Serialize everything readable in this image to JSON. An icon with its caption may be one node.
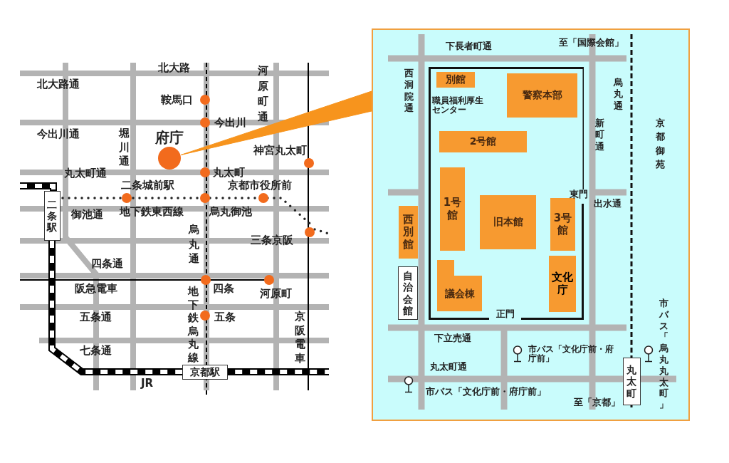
{
  "diagram": {
    "nodes": [
      {
        "text": [
          "府庁"
        ]
      },
      {
        "text": [
          "二条駅"
        ]
      },
      {
        "text": [
          "京都駅"
        ]
      },
      {
        "text": [],
        "shape": "box"
      },
      {
        "text": [],
        "shape": "box",
        "in": 3
      },
      {
        "text": [
          "別館"
        ],
        "in": 4
      },
      {
        "text": [
          "警察本部"
        ],
        "in": 4
      },
      {
        "text": [
          "2号館"
        ],
        "in": 4
      },
      {
        "text": [
          "1号館"
        ],
        "in": 4
      },
      {
        "text": [
          "旧本館"
        ],
        "in": 4
      },
      {
        "text": [
          "3号館"
        ],
        "in": 4
      },
      {
        "text": [
          "文化庁"
        ],
        "in": 4
      },
      {
        "text": [
          "議会棟"
        ],
        "in": 4
      },
      {
        "text": [
          "西別館"
        ],
        "in": 3
      },
      {
        "text": [
          "自治会館"
        ],
        "in": 3
      },
      {
        "text": [
          "丸太町"
        ],
        "in": 3
      }
    ],
    "edges": [
      {
        "from": 0,
        "to": 3,
        "arrow": "none"
      }
    ],
    "labels": [
      "北大路",
      "河原町通",
      "北大路通",
      "鞍馬口",
      "今出川",
      "今出川通",
      "堀川通",
      "神宮丸太町",
      "丸太町通",
      "丸太町",
      "二条城前駅",
      "京都市役所前",
      "御池通",
      "地下鉄東西線",
      "烏丸御池",
      "三条京阪",
      "烏丸通",
      "四条通",
      "阪急電車",
      "四条",
      "河原町",
      "地下鉄烏丸線",
      "五条通",
      "五条",
      "京阪電車",
      "七条通",
      "JR",
      "下長者町通",
      "至「国際会館」",
      "西洞院通",
      "職員福利厚生センター",
      "烏丸通",
      "新町通",
      "京都御苑",
      "東門",
      "出水通",
      "正門",
      "下立売通",
      "市バス「文化庁前・府庁前」",
      "丸太町通",
      "市バス「烏丸丸太町」",
      "市バス「文化庁前・府庁前」",
      "至「京都」"
    ]
  }
}
